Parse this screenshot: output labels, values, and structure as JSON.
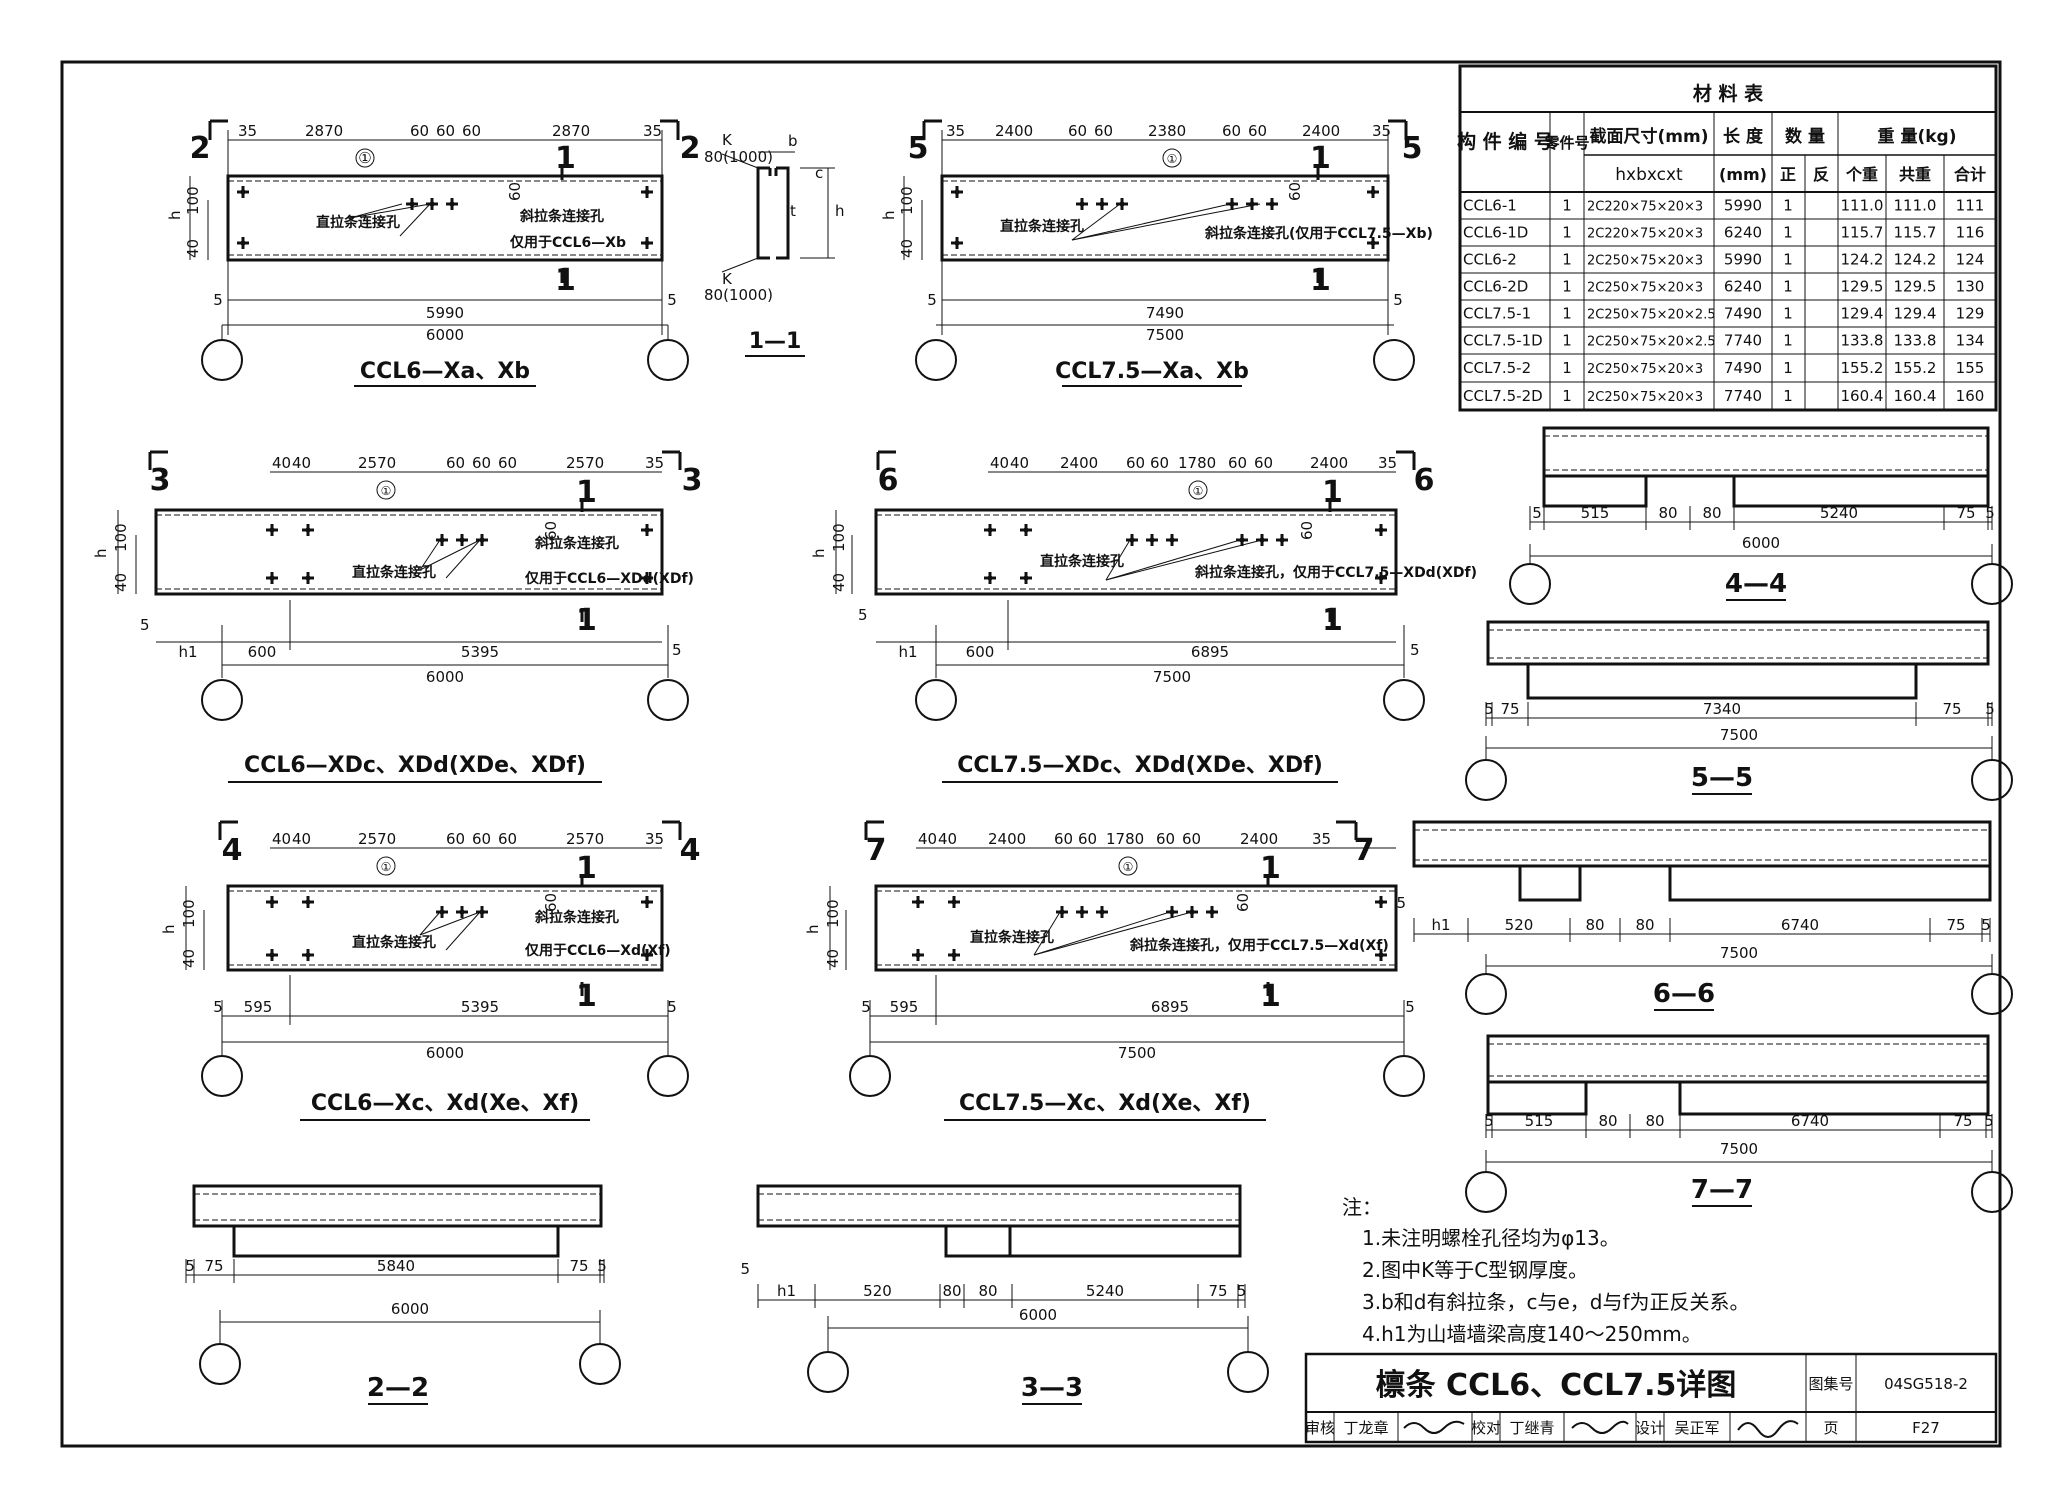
{
  "material_table": {
    "title": "材    料    表",
    "headers": {
      "part_no": "构 件 编 号",
      "piece_no": "零件号",
      "section": "截面尺寸(mm)",
      "section_sub": "hxbxcxt",
      "length": "长 度",
      "length_unit": "(mm)",
      "qty": "数 量",
      "qty_pos": "正",
      "qty_neg": "反",
      "weight": "重 量(kg)",
      "w_each": "个重",
      "w_total": "共重",
      "w_sum": "合计"
    },
    "rows": [
      {
        "id": "CCL6-1",
        "n": "1",
        "sec": "2C220×75×20×3",
        "len": "5990",
        "pos": "1",
        "neg": "",
        "each": "111.0",
        "tot": "111.0",
        "sum": "111"
      },
      {
        "id": "CCL6-1D",
        "n": "1",
        "sec": "2C220×75×20×3",
        "len": "6240",
        "pos": "1",
        "neg": "",
        "each": "115.7",
        "tot": "115.7",
        "sum": "116"
      },
      {
        "id": "CCL6-2",
        "n": "1",
        "sec": "2C250×75×20×3",
        "len": "5990",
        "pos": "1",
        "neg": "",
        "each": "124.2",
        "tot": "124.2",
        "sum": "124"
      },
      {
        "id": "CCL6-2D",
        "n": "1",
        "sec": "2C250×75×20×3",
        "len": "6240",
        "pos": "1",
        "neg": "",
        "each": "129.5",
        "tot": "129.5",
        "sum": "130"
      },
      {
        "id": "CCL7.5-1",
        "n": "1",
        "sec": "2C250×75×20×2.5",
        "len": "7490",
        "pos": "1",
        "neg": "",
        "each": "129.4",
        "tot": "129.4",
        "sum": "129"
      },
      {
        "id": "CCL7.5-1D",
        "n": "1",
        "sec": "2C250×75×20×2.5",
        "len": "7740",
        "pos": "1",
        "neg": "",
        "each": "133.8",
        "tot": "133.8",
        "sum": "134"
      },
      {
        "id": "CCL7.5-2",
        "n": "1",
        "sec": "2C250×75×20×3",
        "len": "7490",
        "pos": "1",
        "neg": "",
        "each": "155.2",
        "tot": "155.2",
        "sum": "155"
      },
      {
        "id": "CCL7.5-2D",
        "n": "1",
        "sec": "2C250×75×20×3",
        "len": "7740",
        "pos": "1",
        "neg": "",
        "each": "160.4",
        "tot": "160.4",
        "sum": "160"
      }
    ]
  },
  "drawings": {
    "ccl6_xab": {
      "title": "CCL6—Xa、Xb",
      "top_dims": [
        "35",
        "2870",
        "60",
        "60",
        "60",
        "2870",
        "35"
      ],
      "mid_dims": [
        "5",
        "5990",
        "5"
      ],
      "total": "6000",
      "label_straight": "直拉条连接孔",
      "label_diag": "斜拉条连接孔",
      "label_only": "仅用于CCL6—Xb",
      "marker": "2",
      "circle1": "①"
    },
    "ccl75_xab": {
      "title": "CCL7.5—Xa、Xb",
      "top_dims": [
        "35",
        "2400",
        "60",
        "60",
        "2380",
        "60",
        "60",
        "2400",
        "35"
      ],
      "mid_dims": [
        "5",
        "7490",
        "5"
      ],
      "total": "7500",
      "label_straight": "直拉条连接孔",
      "label_diag": "斜拉条连接孔(仅用于CCL7.5—Xb)",
      "marker": "5"
    },
    "section_1_1": {
      "title": "1—1",
      "k_top": "80(1000)",
      "k_bot": "80(1000)",
      "k": "K",
      "b": "b",
      "c": "c",
      "t": "t",
      "h": "h"
    },
    "ccl6_xdc": {
      "title": "CCL6—XDc、XDd(XDe、XDf)",
      "top_dims": [
        "40",
        "40",
        "2570",
        "60",
        "60",
        "60",
        "2570",
        "35"
      ],
      "bot_dims": [
        "h1",
        "600",
        "5395"
      ],
      "total": "6000",
      "label_straight": "直拉条连接孔",
      "label_diag": "斜拉条连接孔",
      "label_only": "仅用于CCL6—XDd(XDf)",
      "marker": "3"
    },
    "ccl75_xdc": {
      "title": "CCL7.5—XDc、XDd(XDe、XDf)",
      "top_dims": [
        "40",
        "40",
        "2400",
        "60",
        "60",
        "1780",
        "60",
        "60",
        "2400",
        "35"
      ],
      "bot_dims": [
        "h1",
        "600",
        "6895"
      ],
      "total": "7500",
      "label_straight": "直拉条连接孔",
      "label_diag": "斜拉条连接孔，仅用于CCL7.5—XDd(XDf)",
      "marker": "6"
    },
    "ccl6_xc": {
      "title": "CCL6—Xc、Xd(Xe、Xf)",
      "top_dims": [
        "40",
        "40",
        "2570",
        "60",
        "60",
        "60",
        "2570",
        "35"
      ],
      "bot_dims": [
        "5",
        "595",
        "5395",
        "5"
      ],
      "total": "6000",
      "label_straight": "直拉条连接孔",
      "label_diag": "斜拉条连接孔",
      "label_only": "仅用于CCL6—Xd(Xf)",
      "marker": "4"
    },
    "ccl75_xc": {
      "title": "CCL7.5—Xc、Xd(Xe、Xf)",
      "top_dims": [
        "40",
        "40",
        "2400",
        "60",
        "60",
        "1780",
        "60",
        "60",
        "2400",
        "35"
      ],
      "bot_dims": [
        "5",
        "595",
        "6895",
        "5"
      ],
      "total": "7500",
      "label_straight": "直拉条连接孔",
      "label_diag": "斜拉条连接孔，仅用于CCL7.5—Xd(Xf)",
      "marker": "7"
    },
    "common": {
      "h": "h",
      "d100": "100",
      "d40": "40",
      "d60": "60",
      "one": "1"
    }
  },
  "sections": {
    "s22": {
      "title": "2—2",
      "dims": [
        "5",
        "75",
        "5840",
        "75",
        "5"
      ],
      "total": "6000"
    },
    "s33": {
      "title": "3—3",
      "dims": [
        "h1",
        "520",
        "80",
        "80",
        "5240",
        "75",
        "5"
      ],
      "total": "6000",
      "left": "5"
    },
    "s44": {
      "title": "4—4",
      "dims": [
        "5",
        "515",
        "80",
        "80",
        "5240",
        "75",
        "5"
      ],
      "total": "6000"
    },
    "s55": {
      "title": "5—5",
      "dims": [
        "5",
        "75",
        "7340",
        "75",
        "5"
      ],
      "total": "7500"
    },
    "s66": {
      "title": "6—6",
      "dims": [
        "h1",
        "520",
        "80",
        "80",
        "6740",
        "75",
        "5"
      ],
      "total": "7500",
      "left": "5"
    },
    "s77": {
      "title": "7—7",
      "dims": [
        "5",
        "515",
        "80",
        "80",
        "6740",
        "75",
        "5"
      ],
      "total": "7500"
    }
  },
  "notes": {
    "heading": "注：",
    "items": [
      "1.未注明螺栓孔径均为φ13。",
      "2.图中K等于C型钢厚度。",
      "3.b和d有斜拉条，c与e，d与f为正反关系。",
      "4.h1为山墙墙梁高度140～250mm。"
    ]
  },
  "title_block": {
    "title": "檩条 CCL6、CCL7.5详图",
    "atlas_label": "图集号",
    "atlas_no": "04SG518-2",
    "review_label": "审核",
    "reviewer": "丁龙章",
    "check_label": "校对",
    "checker": "丁继青",
    "design_label": "设计",
    "designer": "吴正军",
    "page_label": "页",
    "page_no": "F27"
  }
}
